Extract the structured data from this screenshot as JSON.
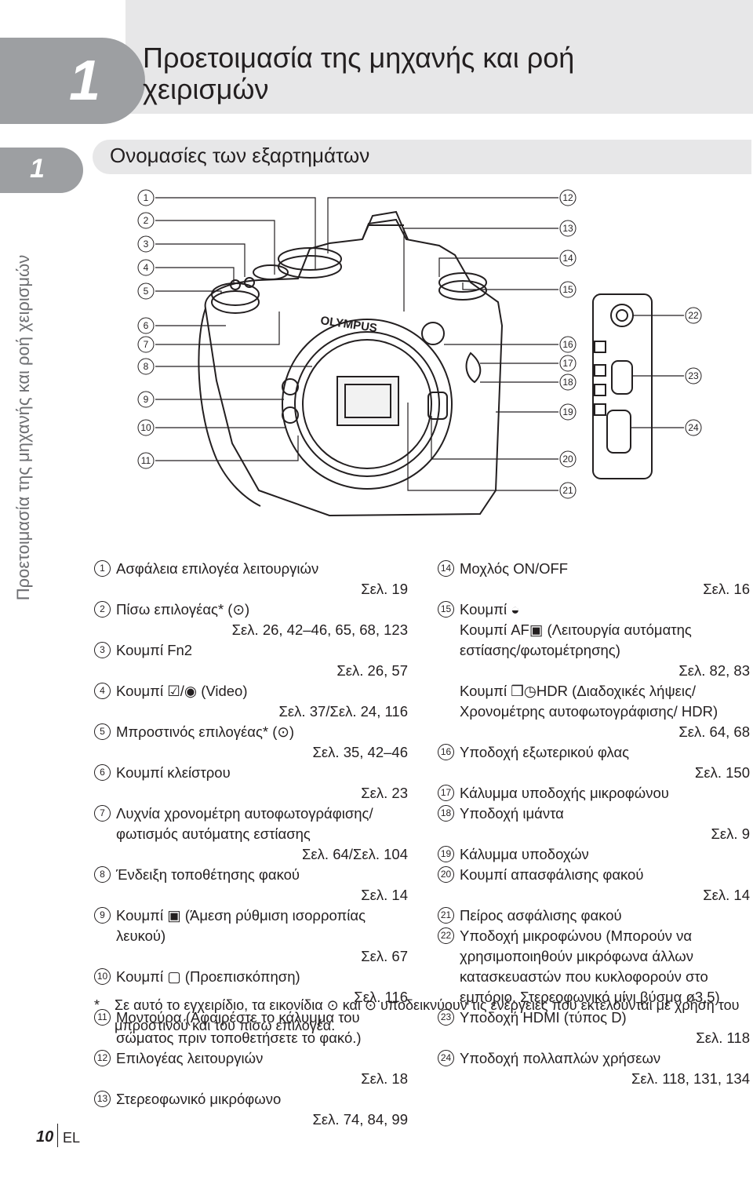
{
  "chapter": {
    "number": "1",
    "title": "Προετοιμασία της μηχανής και ροή χειρισμών"
  },
  "side_tab": {
    "number": "1",
    "label": "Προετοιμασία της μηχανής και ροή χειρισμών"
  },
  "section": {
    "title": "Ονομασίες των εξαρτημάτων"
  },
  "diagram": {
    "brand_text": "OLYMPUS",
    "callouts": [
      "1",
      "2",
      "3",
      "4",
      "5",
      "6",
      "7",
      "8",
      "9",
      "10",
      "11",
      "12",
      "13",
      "14",
      "15",
      "16",
      "17",
      "18",
      "19",
      "20",
      "21",
      "22",
      "23",
      "24"
    ]
  },
  "left_items": [
    {
      "num": "1",
      "text": "Ασφάλεια επιλογέα λειτουργιών",
      "ref": "Σελ. 19"
    },
    {
      "num": "2",
      "text": "Πίσω επιλογέας* (⊙)",
      "ref": "Σελ. 26, 42–46, 65, 68, 123"
    },
    {
      "num": "3",
      "text": "Κουμπί Fn2",
      "ref": "Σελ. 26, 57"
    },
    {
      "num": "4",
      "text": "Κουμπί ☑/◉ (Video)",
      "ref": "Σελ. 37/Σελ. 24, 116"
    },
    {
      "num": "5",
      "text": "Μπροστινός επιλογέας* (⊙)",
      "ref": "Σελ. 35, 42–46"
    },
    {
      "num": "6",
      "text": "Κουμπί κλείστρου",
      "ref": "Σελ. 23"
    },
    {
      "num": "7",
      "text": "Λυχνία χρονομέτρη αυτοφωτογράφισης/ φωτισμός αυτόματης εστίασης",
      "ref": "Σελ. 64/Σελ. 104"
    },
    {
      "num": "8",
      "text": "Ένδειξη τοποθέτησης φακού",
      "ref": "Σελ. 14"
    },
    {
      "num": "9",
      "text": "Κουμπί ▣ (Άμεση ρύθμιση ισορροπίας λευκού)",
      "ref": "Σελ. 67"
    },
    {
      "num": "10",
      "text": "Κουμπί ▢ (Προεπισκόπηση)",
      "ref": "Σελ. 116"
    },
    {
      "num": "11",
      "text": "Μοντούρα (Αφαιρέστε το κάλυμμα του σώματος πριν τοποθετήσετε το φακό.)",
      "ref": ""
    },
    {
      "num": "12",
      "text": "Επιλογέας λειτουργιών",
      "ref": "Σελ. 18"
    },
    {
      "num": "13",
      "text": "Στερεοφωνικό μικρόφωνο",
      "ref": "Σελ. 74, 84, 99"
    }
  ],
  "right_items": [
    {
      "num": "14",
      "text": "Μοχλός ON/OFF",
      "ref": "Σελ. 16"
    },
    {
      "num": "15",
      "text": "Κουμπί ◒",
      "ref": ""
    },
    {
      "num": "",
      "text": "Κουμπί AF▣ (Λειτουργία αυτόματης εστίασης/φωτομέτρησης)",
      "ref": "Σελ. 82, 83"
    },
    {
      "num": "",
      "text": "Κουμπί ❒◷HDR (Διαδοχικές λήψεις/ Χρονομέτρης αυτοφωτογράφισης/ HDR)",
      "ref": "Σελ. 64, 68"
    },
    {
      "num": "16",
      "text": "Υποδοχή εξωτερικού φλας",
      "ref": "Σελ. 150"
    },
    {
      "num": "17",
      "text": "Κάλυμμα υποδοχής μικροφώνου",
      "ref": ""
    },
    {
      "num": "18",
      "text": "Υποδοχή ιμάντα",
      "ref": "Σελ. 9"
    },
    {
      "num": "19",
      "text": "Κάλυμμα υποδοχών",
      "ref": ""
    },
    {
      "num": "20",
      "text": "Κουμπί απασφάλισης φακού",
      "ref": "Σελ. 14"
    },
    {
      "num": "21",
      "text": "Πείρος ασφάλισης φακού",
      "ref": ""
    },
    {
      "num": "22",
      "text": "Υποδοχή μικροφώνου (Μπορούν να χρησιμοποιηθούν μικρόφωνα άλλων κατασκευαστών που κυκλοφορούν στο εμπόριο. Στερεοφωνικό μίνι βύσμα ø3,5)",
      "ref": ""
    },
    {
      "num": "23",
      "text": "Υποδοχή HDMI (τύπος D)",
      "ref": "Σελ. 118"
    },
    {
      "num": "24",
      "text": "Υποδοχή πολλαπλών χρήσεων",
      "ref": "Σελ. 118, 131, 134"
    }
  ],
  "footnote": {
    "star": "*",
    "text": "Σε αυτό το εγχειρίδιο, τα εικονίδια ⊙ και ⊙ υποδεικνύουν τις ενέργειες που εκτελούνται με χρήση του μπροστινού και του πίσω επιλογέα."
  },
  "footer": {
    "page": "10",
    "lang": "EL"
  }
}
